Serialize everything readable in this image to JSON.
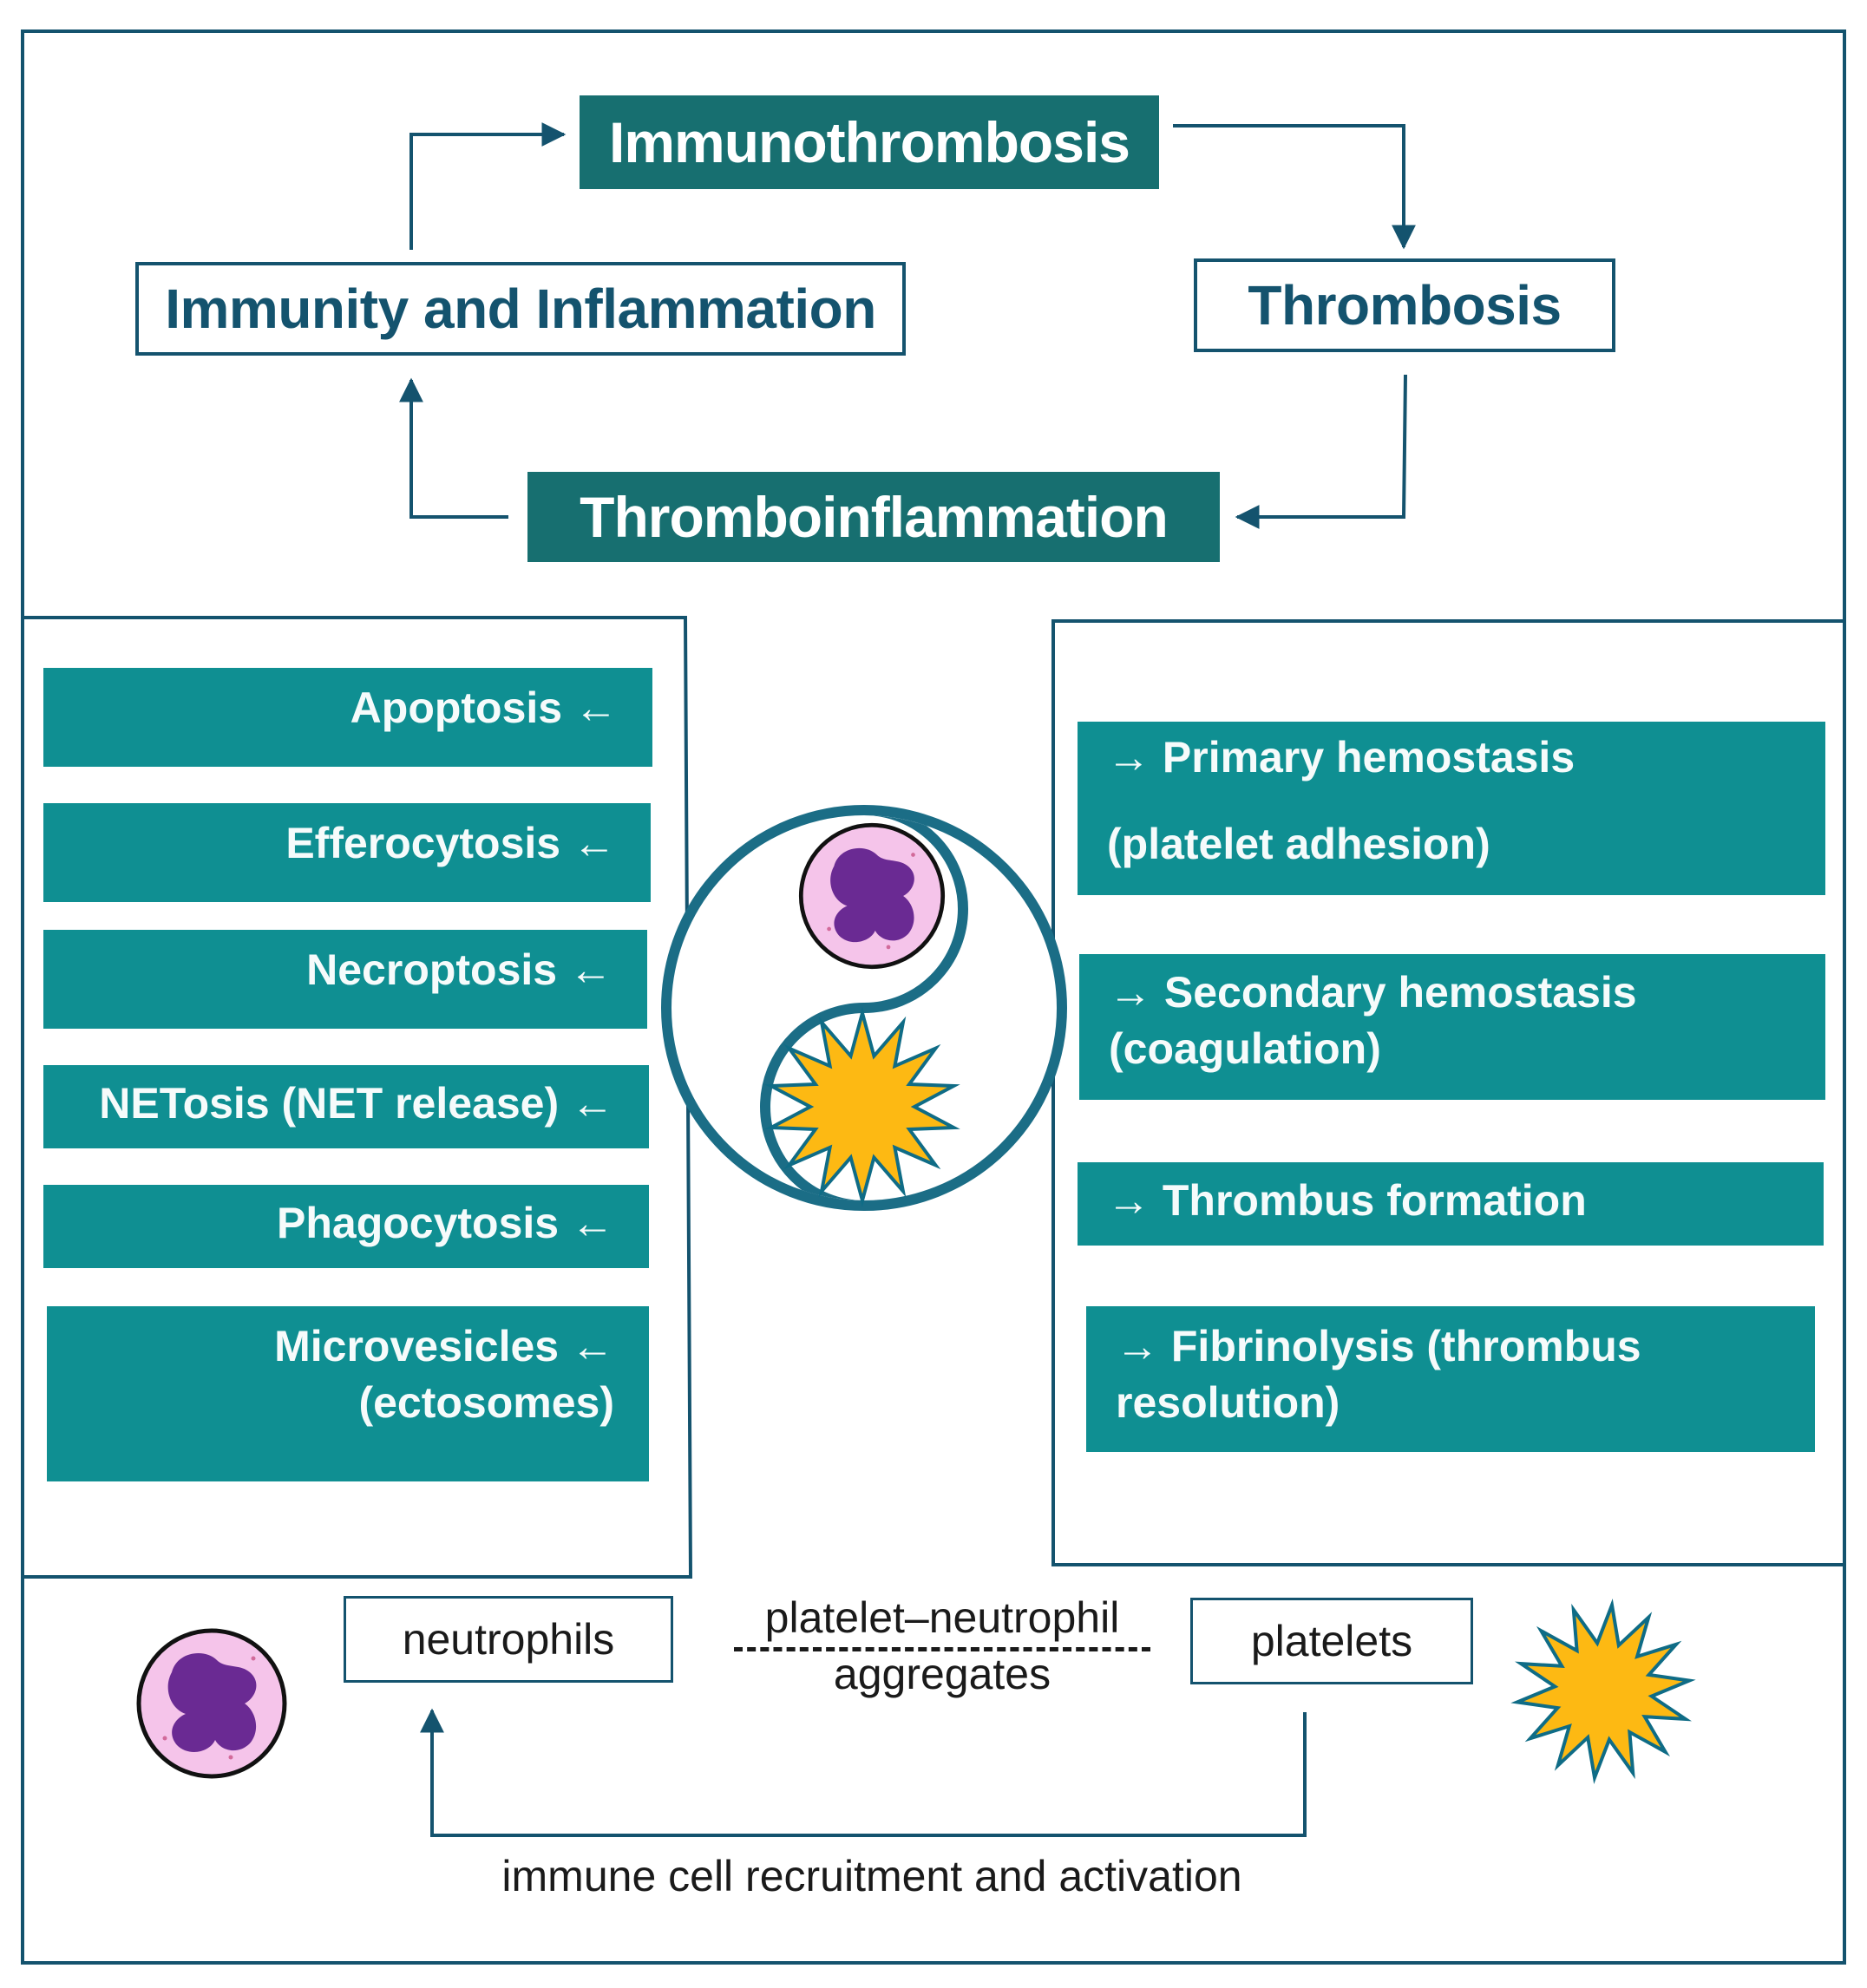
{
  "cycle": {
    "immunothrombosis": "Immunothrombosis",
    "immunity_inflammation": "Immunity and Inflammation",
    "thrombosis": "Thrombosis",
    "thromboinflammation": "Thromboinflammation"
  },
  "left_panel": {
    "items": [
      [
        "Apoptosis ←"
      ],
      [
        "Efferocytosis ←"
      ],
      [
        "Necroptosis ←"
      ],
      [
        "NETosis (NET release) ←"
      ],
      [
        "Phagocytosis ←"
      ],
      [
        "Microvesicles ←",
        "(ectosomes)"
      ]
    ]
  },
  "right_panel": {
    "items": [
      [
        "→ Primary hemostasis",
        "(platelet adhesion)"
      ],
      [
        "→ Secondary hemostasis",
        "(coagulation)"
      ],
      [
        "→ Thrombus formation"
      ],
      [
        "→ Fibrinolysis (thrombus",
        "resolution)"
      ]
    ]
  },
  "legend": {
    "neutrophils": "neutrophils",
    "platelets": "platelets",
    "aggregates_top": "platelet–neutrophil",
    "aggregates_bottom": "aggregates",
    "recruitment": "immune cell recruitment and activation"
  },
  "colors": {
    "dark_teal": "#176f70",
    "teal": "#0f8f92",
    "navy_line": "#14536e",
    "neutrophil_fill": "#f5c4ea",
    "nucleus": "#6a2a93",
    "platelet_fill": "#fdb913",
    "yin_yang_ring": "#1b6d86"
  },
  "icons": [
    "neutrophil-icon",
    "platelet-icon",
    "yin-yang-icon"
  ]
}
